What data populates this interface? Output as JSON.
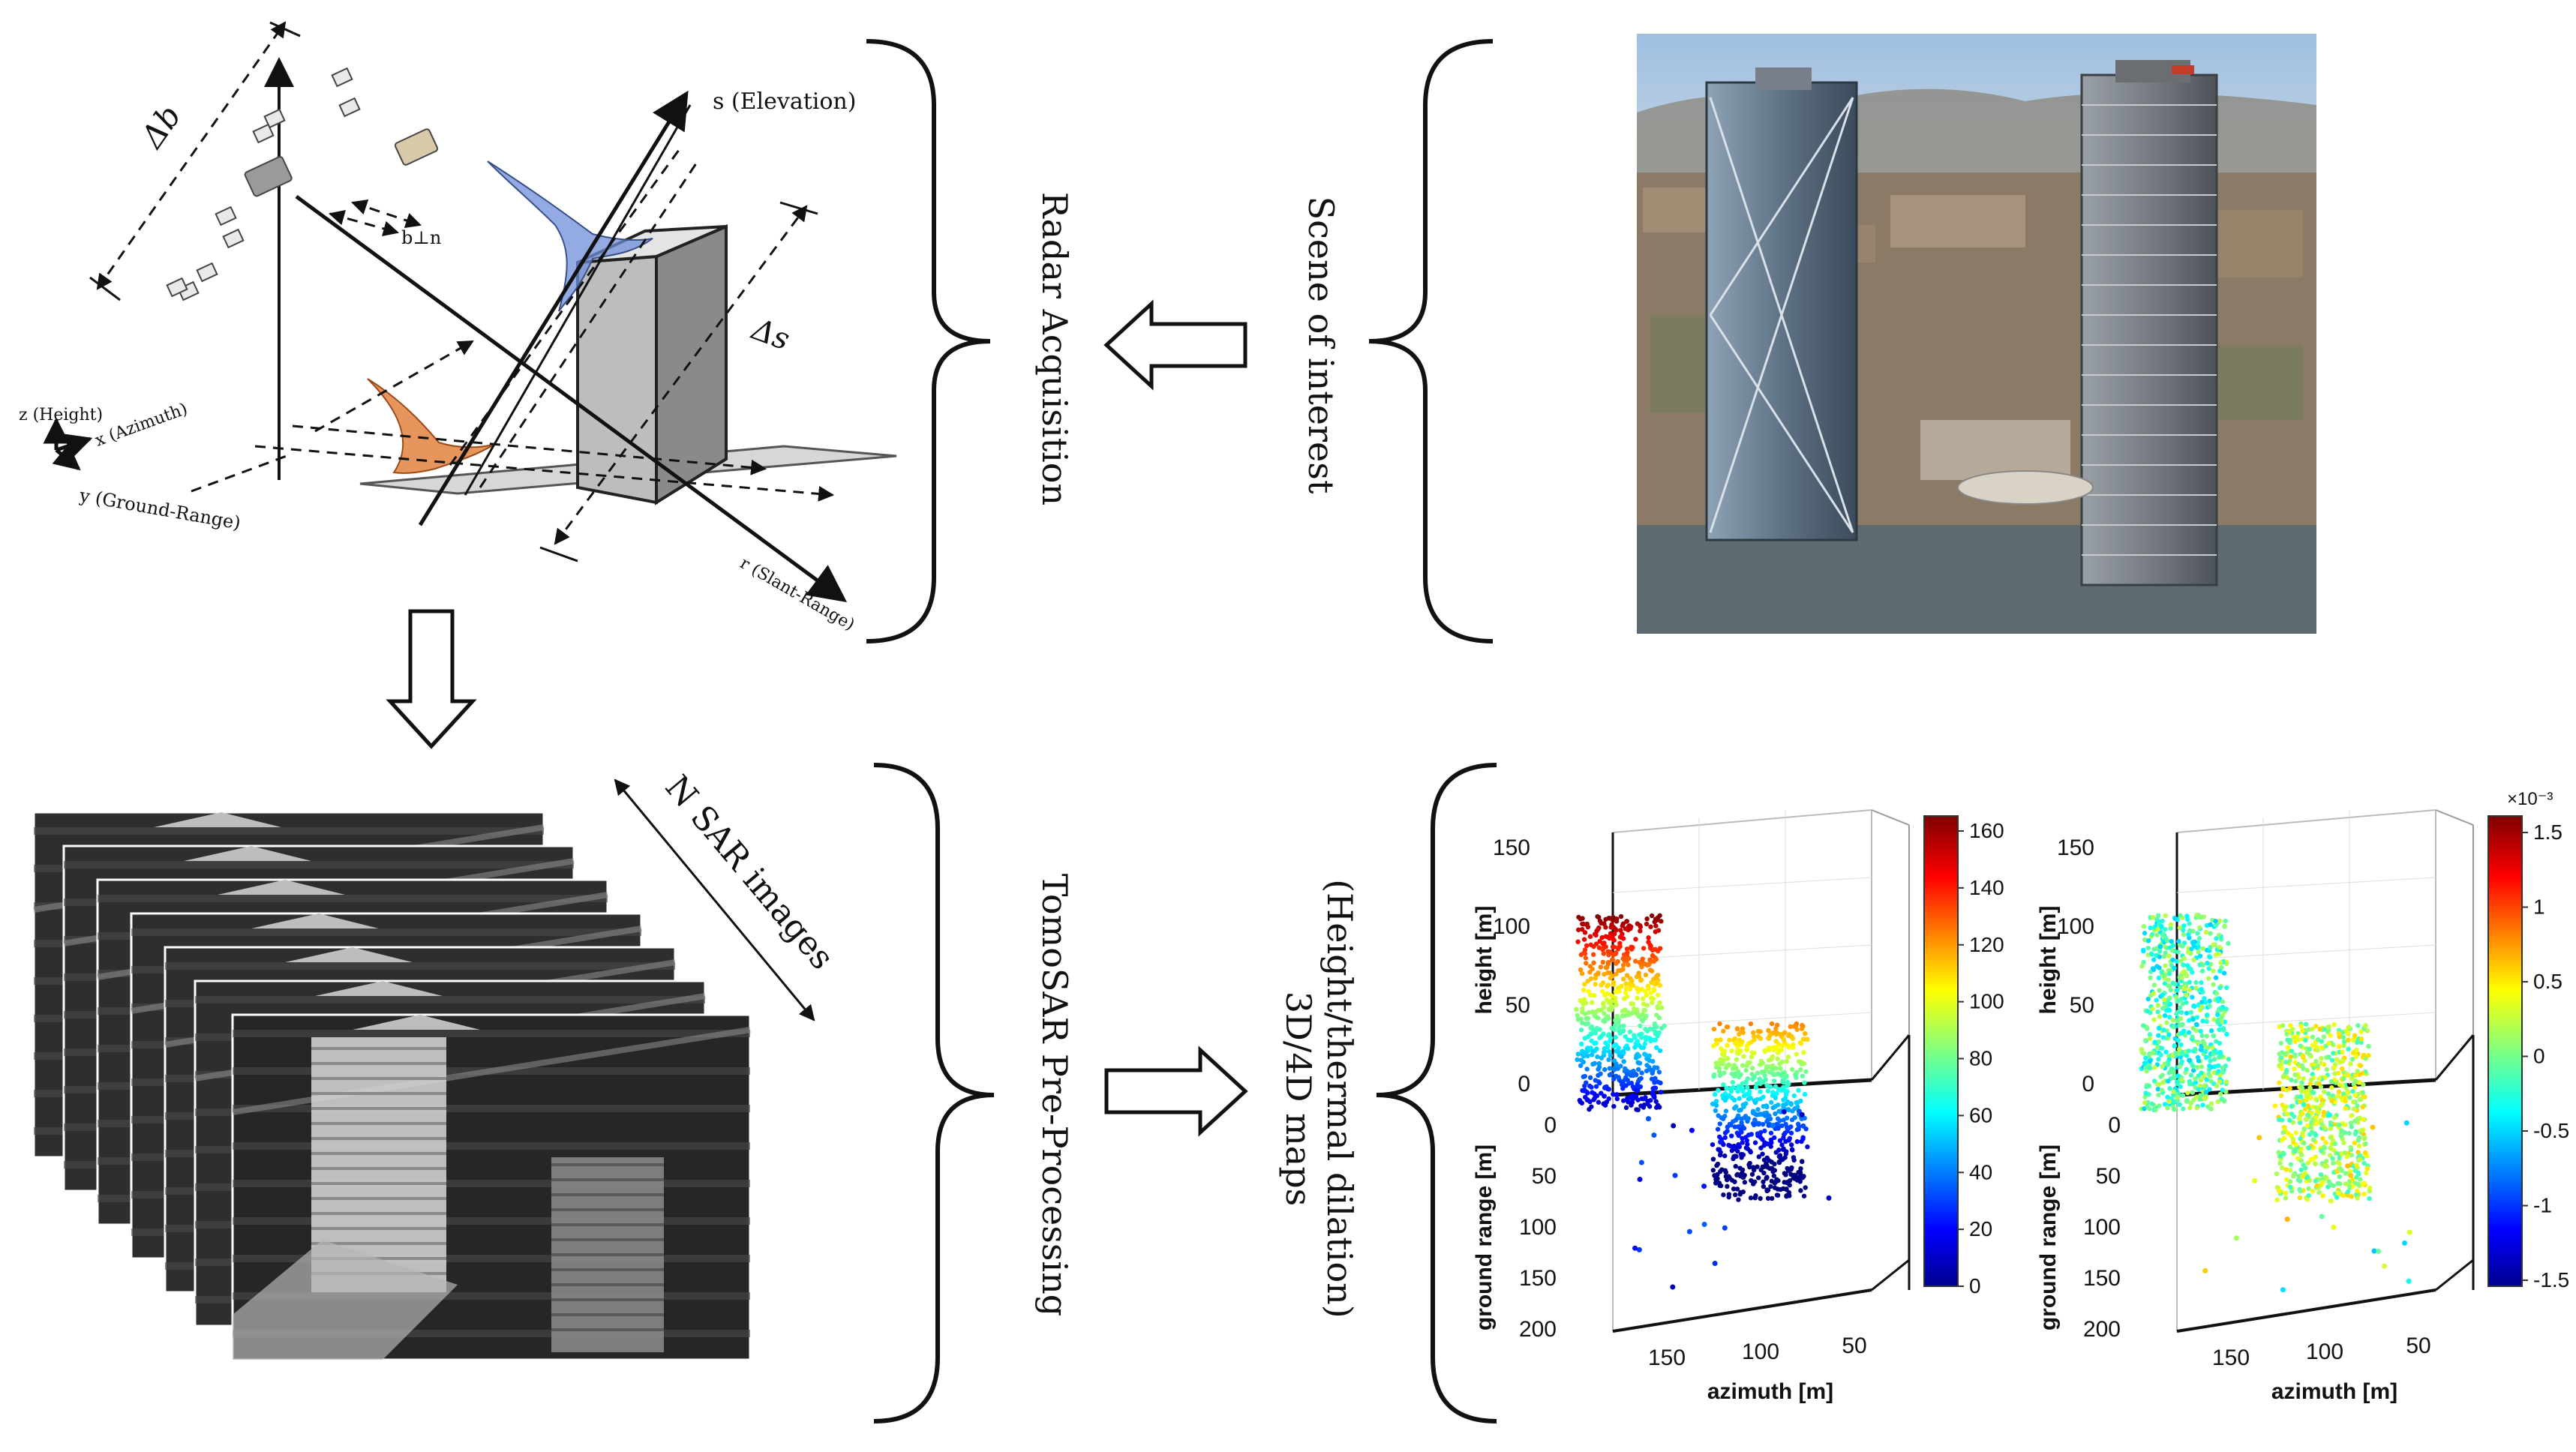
{
  "geometry_labels": {
    "delta_b": "Δb",
    "b_perp": "b⊥n",
    "delta_s": "Δs",
    "elevation": "s (Elevation)",
    "height": "z (Height)",
    "azimuth": "x (Azimuth)",
    "ground_range": "y (Ground-Range)",
    "slant_range": "r (Slant-Range)"
  },
  "steps": {
    "radar_acquisition": "Radar Acquisition",
    "scene_of_interest": "Scene of interest",
    "tomosar": "TomoSAR Pre-Processing",
    "maps_line1": "3D/4D maps",
    "maps_line2": "(Height/thermal dilation)",
    "n_sar": "N SAR images"
  },
  "chart_data": [
    {
      "type": "scatter",
      "xlabel": "azimuth [m]",
      "ylabel": "ground range [m]",
      "zlabel": "height [m]",
      "x_ticks": [
        "150",
        "100",
        "50"
      ],
      "y_ticks": [
        "0",
        "50",
        "100",
        "150",
        "200"
      ],
      "z_ticks": [
        "150",
        "100",
        "50",
        "0"
      ],
      "colorbar_ticks": [
        "160",
        "140",
        "120",
        "100",
        "80",
        "60",
        "40",
        "20",
        "0"
      ],
      "colorbar_range": [
        0,
        165
      ],
      "colormap": "jet"
    },
    {
      "type": "scatter",
      "xlabel": "azimuth [m]",
      "ylabel": "ground range [m]",
      "zlabel": "height [m]",
      "x_ticks": [
        "150",
        "100",
        "50"
      ],
      "y_ticks": [
        "0",
        "50",
        "100",
        "150",
        "200"
      ],
      "z_ticks": [
        "150",
        "100",
        "50",
        "0"
      ],
      "colorbar_ticks": [
        "1.5",
        "1",
        "0.5",
        "0",
        "-0.5",
        "-1",
        "-1.5"
      ],
      "colorbar_exponent": "×10⁻³",
      "colorbar_range": [
        -0.0015,
        0.0015
      ],
      "colormap": "jet"
    }
  ],
  "colors": {
    "stroke": "#111111",
    "building_front": "#bdbdbd",
    "building_side": "#8a8a8a",
    "ground_plane": "#d7d7d7",
    "blue_lobe": "#6f8fd8",
    "orange_lobe": "#e07a35"
  }
}
